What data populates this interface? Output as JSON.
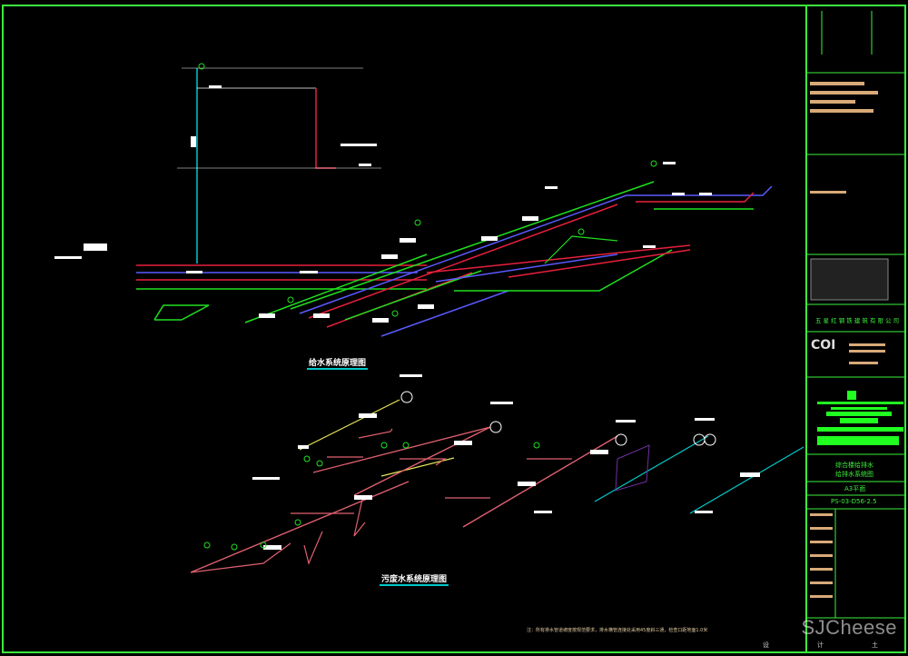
{
  "drawing": {
    "supply_title": "给水系统原理图",
    "drain_title": "污废水系统原理图",
    "notes": "注：所有排水管道坡度按规范要求，排水横管连接处采用45度斜三通，检查口距地面1.0米",
    "scale_marks": [
      "设",
      "计",
      "土"
    ]
  },
  "title_block": {
    "company": "五 星 红 钢 铁 建 筑 有 限 公 司",
    "logo_text": "COI",
    "project_name_line1": "综合楼给排水",
    "project_name_line2": "给排水系统图",
    "sheet_label": "A3平面",
    "drawing_number": "PS-03-D56-2.5"
  },
  "watermark": "SJCheese",
  "colors": {
    "background": "#000000",
    "frame": "#3cf03c",
    "supply_red": "#e8203c",
    "supply_blue": "#5a5aff",
    "supply_green": "#20e020",
    "cyan": "#00c8c8",
    "drain_pink": "#e06070",
    "yellow": "#e8e85a",
    "label_tan": "#d8aa78"
  }
}
